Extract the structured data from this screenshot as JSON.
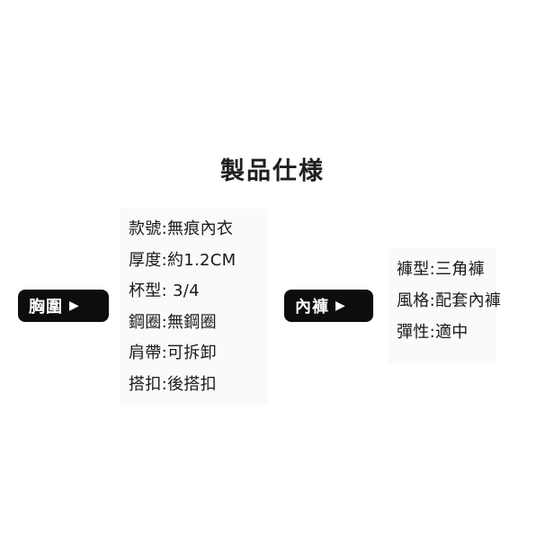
{
  "title": "製品仕様",
  "bra": {
    "label": "胸圍",
    "arrow": "▶",
    "specs": [
      "款號:無痕內衣",
      "厚度:約1.2CM",
      "杯型: 3/4",
      "鋼圈:無鋼圈",
      "肩帶:可拆卸",
      "搭扣:後搭扣"
    ]
  },
  "panty": {
    "label": "內褲",
    "arrow": "▶",
    "specs": [
      "褲型:三角褲",
      "風格:配套內褲",
      "彈性:適中"
    ]
  }
}
